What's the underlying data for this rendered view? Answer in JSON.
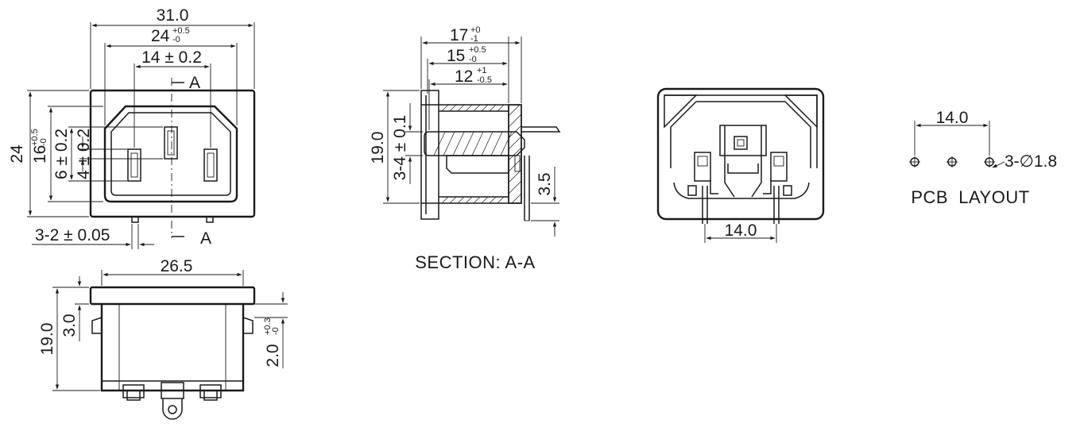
{
  "front_view": {
    "width_overall": "31.0",
    "width_flange": "24",
    "width_flange_tol_plus": "+0.5",
    "width_flange_tol_minus": "-0",
    "width_cavity": "14 ± 0.2",
    "section_marker_top": "A",
    "section_marker_bottom": "A",
    "height_overall": "24",
    "height_cavity": "16",
    "height_cavity_tol_plus": "+0.5",
    "height_cavity_tol_minus": "-0",
    "height_pins": "6 ± 0.2",
    "height_pin_offset": "4 ± 0.2",
    "pin_spacing": "3-2 ± 0.05"
  },
  "bottom_view": {
    "width": "26.5",
    "height": "19.0",
    "flange_height": "3.0",
    "clip_height": "2.0",
    "clip_tol_plus": "+0.3",
    "clip_tol_minus": "-0"
  },
  "section_view": {
    "depth_overall": "17",
    "depth_overall_tol_plus": "+0",
    "depth_overall_tol_minus": "-1",
    "depth_body": "15",
    "depth_body_tol_plus": "+0.5",
    "depth_body_tol_minus": "-0",
    "depth_pin": "12",
    "depth_pin_tol_plus": "+1",
    "depth_pin_tol_minus": "-0.5",
    "height": "19.0",
    "pin_height": "3-4 ± 0.1",
    "lead_length": "3.5",
    "caption": "SECTION: A-A"
  },
  "rear_view": {
    "pin_pitch": "14.0"
  },
  "pcb_layout": {
    "pitch": "14.0",
    "holes": "3-∅1.8",
    "caption": "PCB  LAYOUT"
  }
}
